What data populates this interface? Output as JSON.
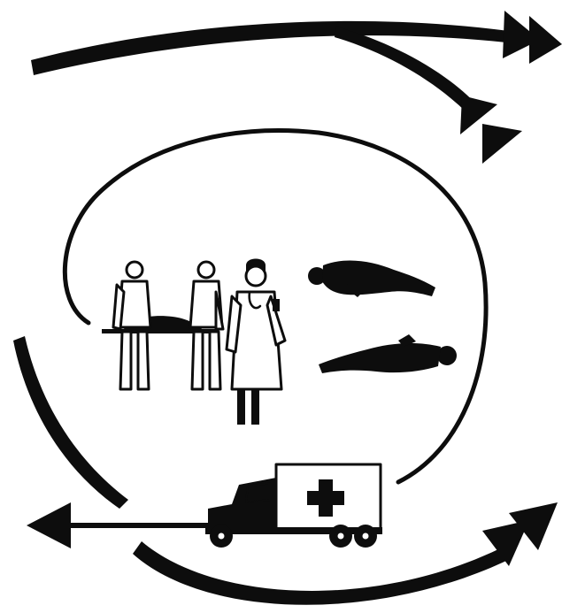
{
  "colors": {
    "ink": "#0d0d0d",
    "paper": "#ffffff"
  },
  "figures": {
    "litter_bearers": 2,
    "medic": 1,
    "casualties": 2,
    "ambulance": 1
  },
  "icons": [
    "arrow-icon",
    "stretcher-bearer-icon",
    "medic-icon",
    "casualty-icon",
    "ambulance-icon",
    "red-cross-icon"
  ]
}
